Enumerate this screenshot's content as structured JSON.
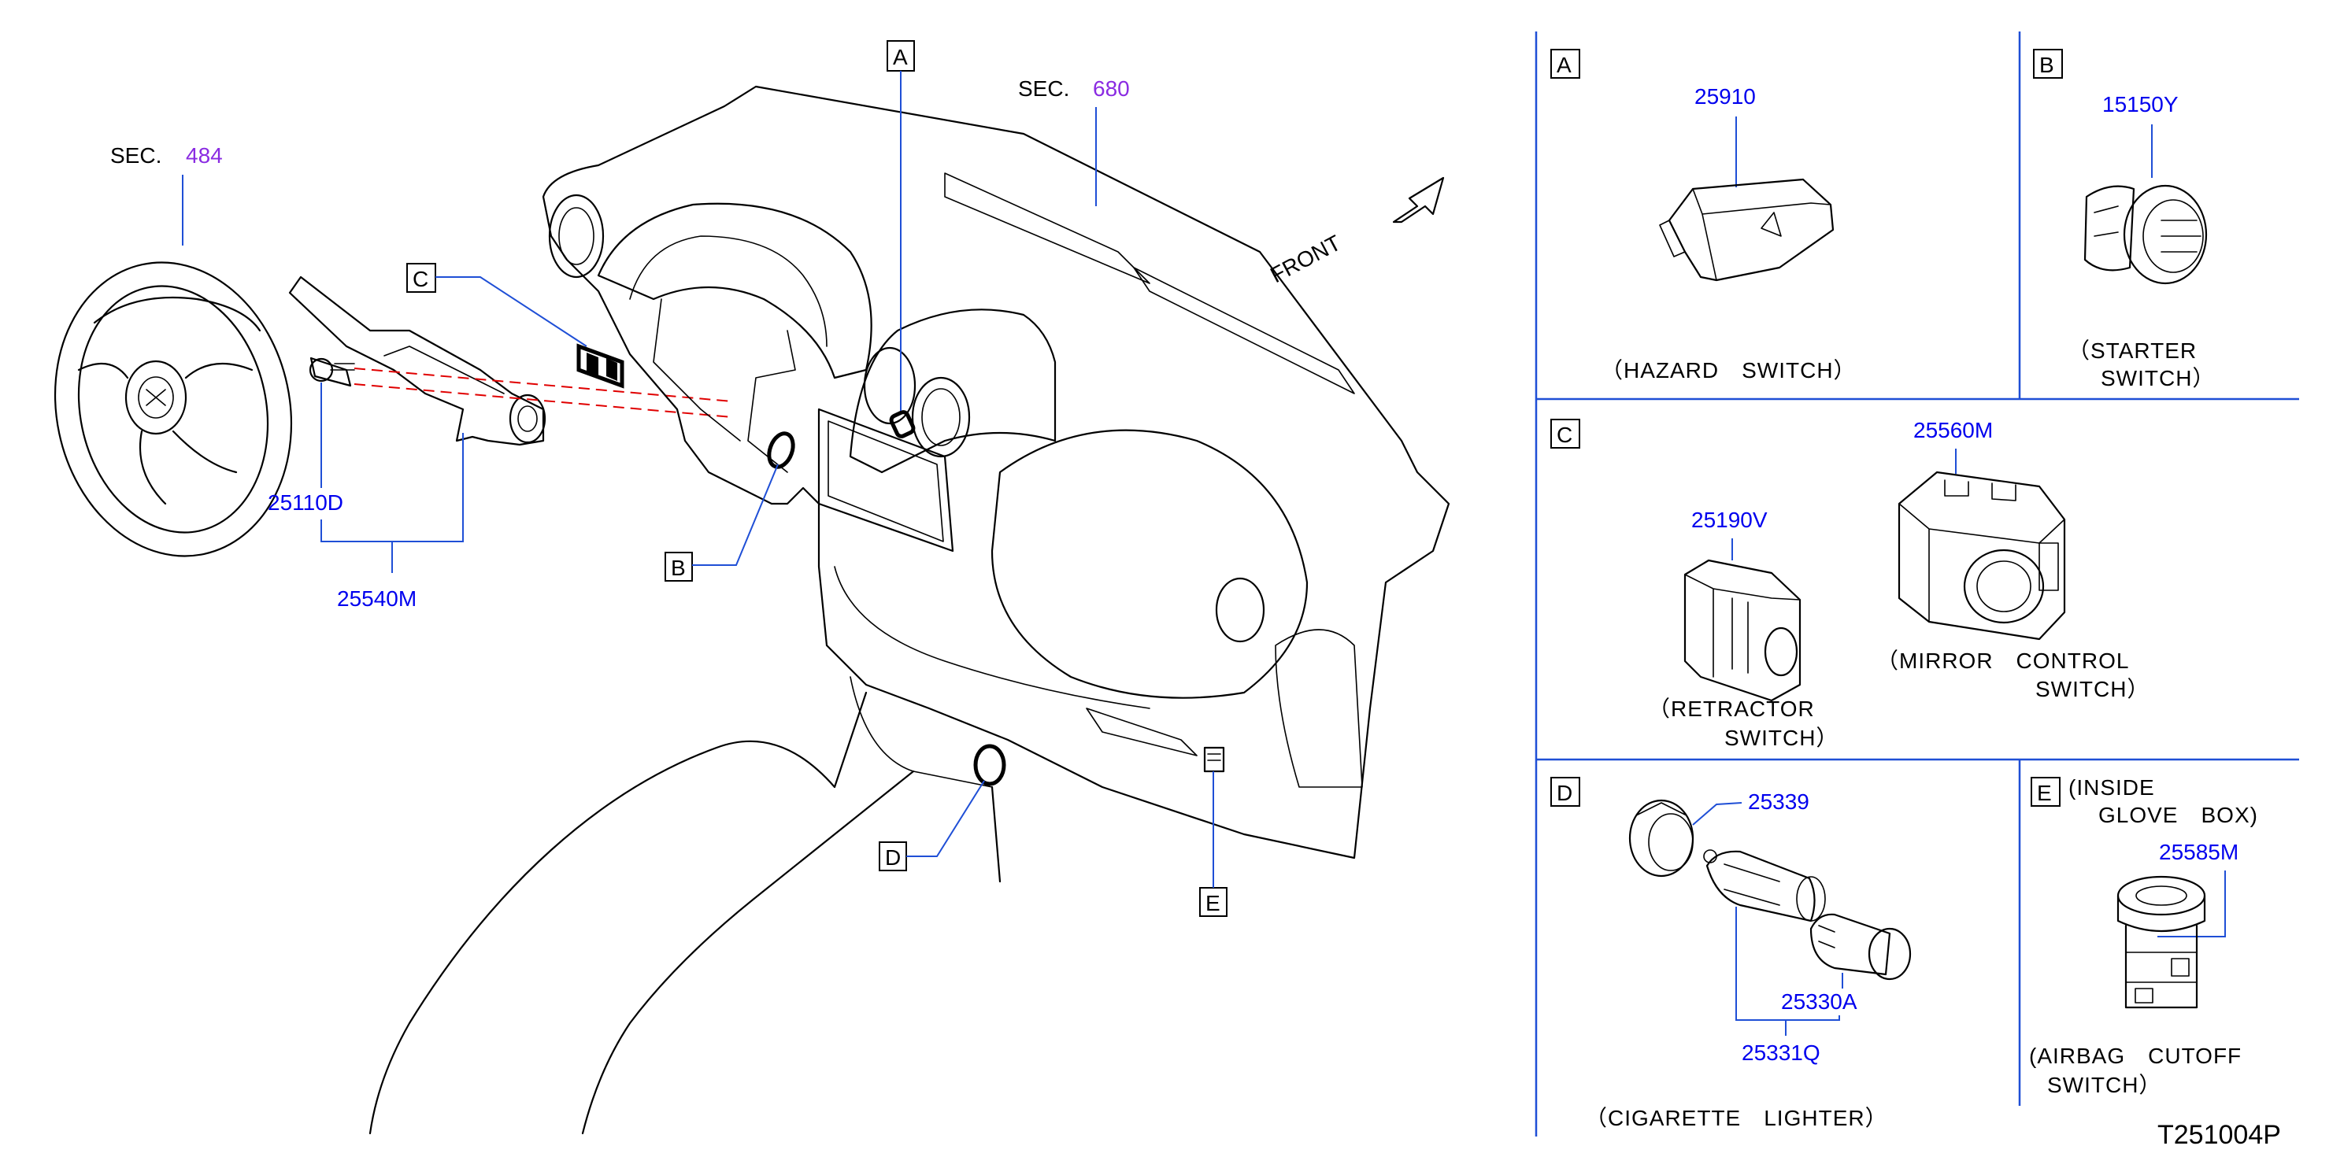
{
  "main": {
    "sec_484_prefix": "SEC.",
    "sec_484_num": "484",
    "sec_680_prefix": "SEC.",
    "sec_680_num": "680",
    "front_label": "FRONT",
    "part_25110D": "25110D",
    "part_25540M": "25540M",
    "callout_A": "A",
    "callout_B": "B",
    "callout_C": "C",
    "callout_D": "D",
    "callout_E": "E"
  },
  "panels": {
    "A": {
      "letter": "A",
      "part": "25910",
      "caption": "（HAZARD　SWITCH）"
    },
    "B": {
      "letter": "B",
      "part": "15150Y",
      "caption_1": "（STARTER",
      "caption_2": "SWITCH）"
    },
    "C": {
      "letter": "C",
      "part_retractor": "25190V",
      "part_mirror": "25560M",
      "caption_retractor_1": "（RETRACTOR",
      "caption_retractor_2": "SWITCH）",
      "caption_mirror_1": "（MIRROR　CONTROL",
      "caption_mirror_2": "SWITCH）"
    },
    "D": {
      "letter": "D",
      "part_ring": "25339",
      "part_element": "25330A",
      "part_socket": "25331Q",
      "caption": "（CIGARETTE　LIGHTER）"
    },
    "E": {
      "letter": "E",
      "header_1": "(INSIDE",
      "header_2": "GLOVE　BOX)",
      "part": "25585M",
      "caption_1": "(AIRBAG　CUTOFF",
      "caption_2": "SWITCH）"
    }
  },
  "diagram_code": "T251004P",
  "colors": {
    "part_number": "#0000ee",
    "section_ref": "#8a2be2",
    "leader_line": "#1f4fd6",
    "hidden_line": "#e00000"
  }
}
